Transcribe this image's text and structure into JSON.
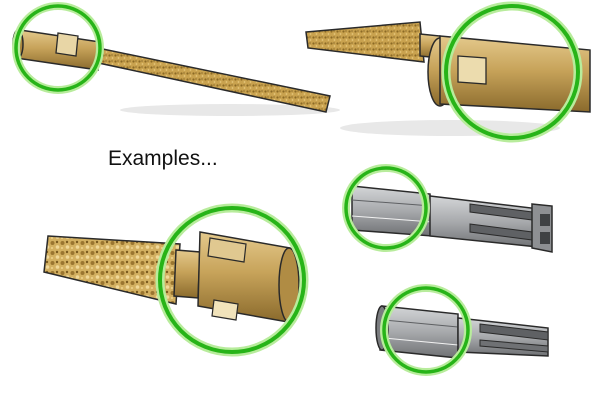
{
  "caption": "Examples...",
  "illustrations": [
    {
      "name": "long-thin-grinding-bit",
      "material": "brass-abrasive"
    },
    {
      "name": "tapered-abrasive-bit",
      "material": "brass-abrasive"
    },
    {
      "name": "coarse-abrasive-bit",
      "material": "brass-abrasive"
    },
    {
      "name": "fluted-cutter-bit",
      "material": "steel"
    },
    {
      "name": "straight-router-bit",
      "material": "steel"
    }
  ],
  "colors": {
    "highlight_ring": "#27b418",
    "highlight_ring_glow": "#b8ec9c",
    "brass": "#c7a35a",
    "brass_dark": "#8a6a2c",
    "abrasive": "#bf9848",
    "steel": "#a7a9ac",
    "steel_dark": "#6f7174",
    "outline": "#2a2a2a"
  }
}
